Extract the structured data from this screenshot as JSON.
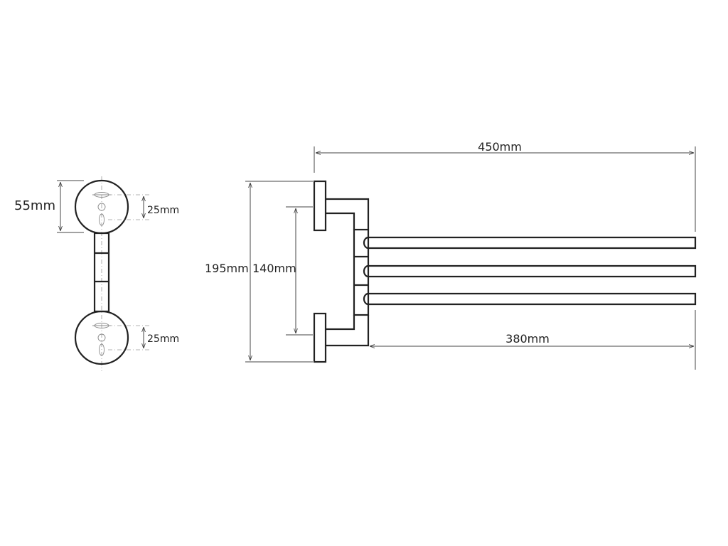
{
  "drawing": {
    "side_view": {
      "flange_diameter": "55mm",
      "upper_screw_spacing": "25mm",
      "lower_screw_spacing": "25mm"
    },
    "front_view": {
      "overall_width": "450mm",
      "overall_height": "195mm",
      "mount_spacing": "140mm",
      "arm_length": "380mm"
    }
  }
}
